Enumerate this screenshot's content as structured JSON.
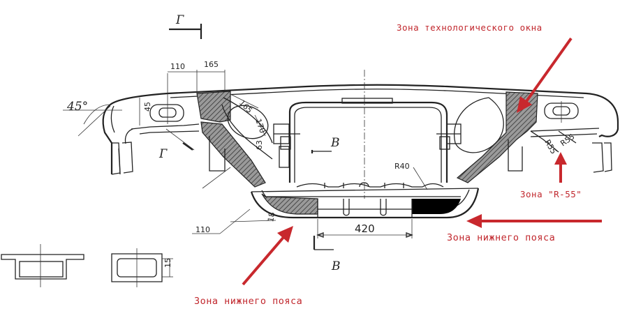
{
  "labels": {
    "dim_110_top": "110",
    "dim_165": "165",
    "dim_45deg": "45°",
    "dim_45": "45",
    "dim_165_diag": "165",
    "dim_170": "170",
    "dim_63": "63",
    "dim_420": "420",
    "dim_110_bottom": "110",
    "dim_18": "18",
    "dim_r40": "R40",
    "dim_r55a": "R55",
    "dim_r55b": "R55",
    "dim_15": "15",
    "section_g_top": "Г",
    "section_g_mid": "Г",
    "section_v_top": "В",
    "section_v_bottom": "В"
  },
  "zones": {
    "technological_window": "Зона технологического окна",
    "r55_zone": "Зона \"R-55\"",
    "lower_belt_right": "Зона нижнего пояса",
    "lower_belt_left": "Зона нижнего пояса"
  },
  "colors": {
    "annotation_red": "#c1272d",
    "line": "#222222"
  }
}
